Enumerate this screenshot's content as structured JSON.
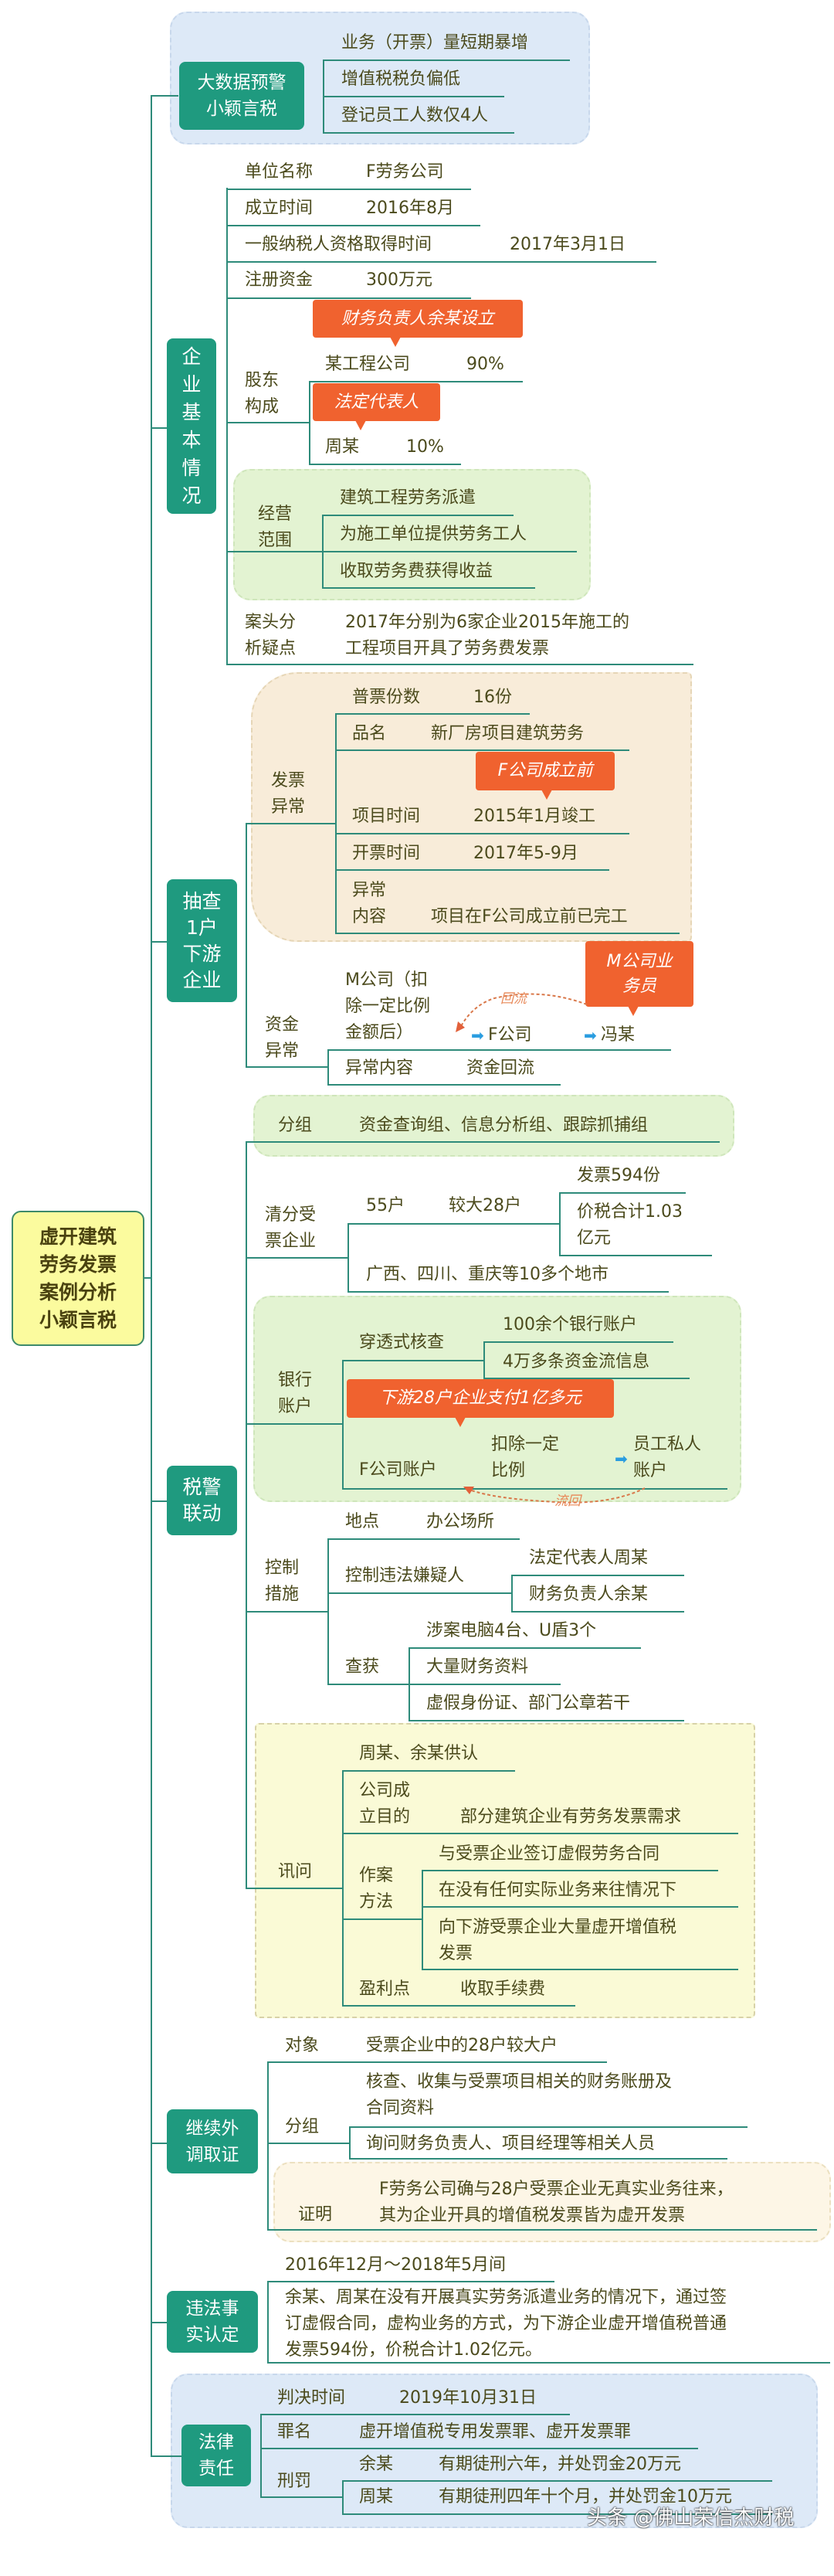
{
  "root": {
    "title": "虚开建筑\n劳务发票\n案例分析\n小颖言税"
  },
  "bigdata": {
    "title": "大数据预警\n小颖言税",
    "items": [
      "业务（开票）量短期暴增",
      "增值税税负偏低",
      "登记员工人数仅4人"
    ]
  },
  "company": {
    "title": "企\n业\n基\n本\n情\n况",
    "name": {
      "label": "单位名称",
      "value": "F劳务公司"
    },
    "founded": {
      "label": "成立时间",
      "value": "2016年8月"
    },
    "taxpayer": {
      "label": "一般纳税人资格取得时间",
      "value": "2017年3月1日"
    },
    "capital": {
      "label": "注册资金",
      "value": "300万元"
    },
    "shareholders": {
      "label": "股东\n构成",
      "callout1": "财务负责人余某设立",
      "holder1": "某工程公司",
      "share1": "90%",
      "callout2": "法定代表人",
      "holder2": "周某",
      "share2": "10%"
    },
    "scope": {
      "label": "经营\n范围",
      "items": [
        "建筑工程劳务派遣",
        "为施工单位提供劳务工人",
        "收取劳务费获得收益"
      ]
    },
    "doubt": {
      "label": "案头分\n析疑点",
      "value": "2017年分别为6家企业2015年施工的\n工程项目开具了劳务费发票"
    }
  },
  "sample": {
    "title": "抽查\n1户\n下游\n企业",
    "invoice": {
      "label": "发票\n异常",
      "count_label": "普票份数",
      "count": "16份",
      "product_label": "品名",
      "product": "新厂房项目建筑劳务",
      "callout": "F公司成立前",
      "project_label": "项目时间",
      "project": "2015年1月竣工",
      "issue_label": "开票时间",
      "issue": "2017年5-9月",
      "abn_label": "异常\n内容",
      "abn": "项目在F公司成立前已完工"
    },
    "funds": {
      "label": "资金\n异常",
      "m_company": "M公司（扣\n除一定比例\n金额后）",
      "f_company": "F公司",
      "feng": "冯某",
      "callout": "M公司业\n务员",
      "back": "回流",
      "abn_label": "异常内容",
      "abn": "资金回流"
    }
  },
  "linkage": {
    "title": "税警\n联动",
    "group": {
      "label": "分组",
      "value": "资金查询组、信息分析组、跟踪抓捕组"
    },
    "sort": {
      "label": "清分受\n票企业",
      "households": "55户",
      "big": "较大28户",
      "invoices": "发票594份",
      "total": "价税合计1.03\n亿元",
      "regions": "广西、四川、重庆等10多个地市"
    },
    "bank": {
      "label": "银行\n账户",
      "check": "穿透式核查",
      "accounts": "100余个银行账户",
      "flows": "4万多条资金流信息",
      "callout": "下游28户企业支付1亿多元",
      "f_account": "F公司账户",
      "deduct": "扣除一定\n比例",
      "private": "员工私人\n账户",
      "back": "流回"
    },
    "control": {
      "label": "控制\n措施",
      "place_label": "地点",
      "place": "办公场所",
      "suspects_label": "控制违法嫌疑人",
      "suspect1": "法定代表人周某",
      "suspect2": "财务负责人余某",
      "seized_label": "查获",
      "seized": [
        "涉案电脑4台、U盾3个",
        "大量财务资料",
        "虚假身份证、部门公章若干"
      ]
    },
    "interrogation": {
      "label": "讯问",
      "confess": "周某、余某供认",
      "purpose_label": "公司成\n立目的",
      "purpose": "部分建筑企业有劳务发票需求",
      "method_label": "作案\n方法",
      "methods": [
        "与受票企业签订虚假劳务合同",
        "在没有任何实际业务来往情况下",
        "向下游受票企业大量虚开增值税\n发票"
      ],
      "profit_label": "盈利点",
      "profit": "收取手续费"
    }
  },
  "evidence": {
    "title": "继续外\n调取证",
    "target_label": "对象",
    "target": "受票企业中的28户较大户",
    "group_label": "分组",
    "groups": [
      "核查、收集与受票项目相关的财务账册及\n合同资料",
      "询问财务负责人、项目经理等相关人员"
    ],
    "proof_label": "证明",
    "proof": "F劳务公司确与28户受票企业无真实业务往来，\n其为企业开具的增值税发票皆为虚开发票"
  },
  "facts": {
    "title": "违法事\n实认定",
    "period": "2016年12月～2018年5月间",
    "detail": "余某、周某在没有开展真实劳务派遣业务的情况下，通过签\n订虚假合同，虚构业务的方式，为下游企业虚开增值税普通\n发票594份，价税合计1.02亿元。"
  },
  "liability": {
    "title": "法律\n责任",
    "date_label": "判决时间",
    "date": "2019年10月31日",
    "crime_label": "罪名",
    "crime": "虚开增值税专用发票罪、虚开发票罪",
    "penalty_label": "刑罚",
    "p1_name": "余某",
    "p1": "有期徒刑六年，并处罚金20万元",
    "p2_name": "周某",
    "p2": "有期徒刑四年十个月，并处罚金10万元"
  },
  "watermark": "头条 @佛山荣信杰财税",
  "colors": {
    "branch": "#1f9a7f",
    "line": "#2e8b7a",
    "callout": "#f0622f",
    "root": "#fbfb9e"
  }
}
